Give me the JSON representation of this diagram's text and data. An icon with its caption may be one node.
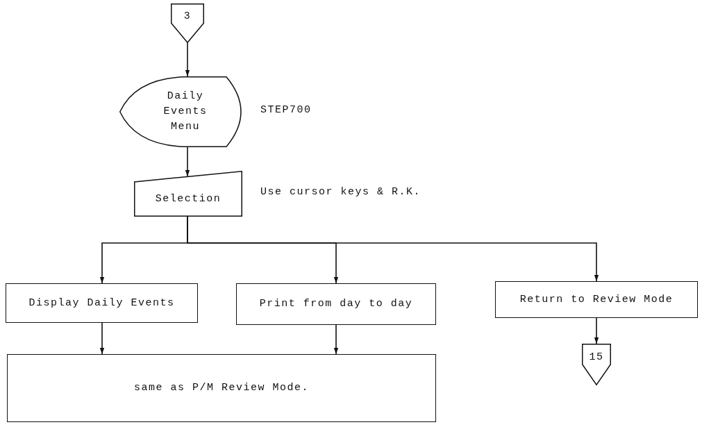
{
  "diagram": {
    "nodes": [
      {
        "text": [
          "3"
        ]
      },
      {
        "text": [
          "Daily Events Menu"
        ],
        "beside": [
          "STEP700"
        ]
      },
      {
        "text": [
          "Selection"
        ],
        "beside": [
          "Use cursor keys & R.K."
        ]
      },
      {
        "text": [
          "Display Daily Events"
        ]
      },
      {
        "text": [
          "Print from day to day"
        ]
      },
      {
        "text": [
          "Return to Review Mode"
        ]
      },
      {
        "text": [
          "same as P/M Review Mode."
        ]
      },
      {
        "text": [
          "15"
        ]
      }
    ],
    "edges": [
      {
        "from": 0,
        "to": 1,
        "arrow": "to"
      },
      {
        "from": 1,
        "to": 2,
        "arrow": "to"
      },
      {
        "from": 2,
        "to": 3,
        "arrow": "to"
      },
      {
        "from": 2,
        "to": 4,
        "arrow": "to"
      },
      {
        "from": 2,
        "to": 5,
        "arrow": "to"
      },
      {
        "from": 3,
        "to": 6,
        "arrow": "to"
      },
      {
        "from": 4,
        "to": 6,
        "arrow": "to"
      },
      {
        "from": 5,
        "to": 7,
        "arrow": "to"
      }
    ]
  }
}
